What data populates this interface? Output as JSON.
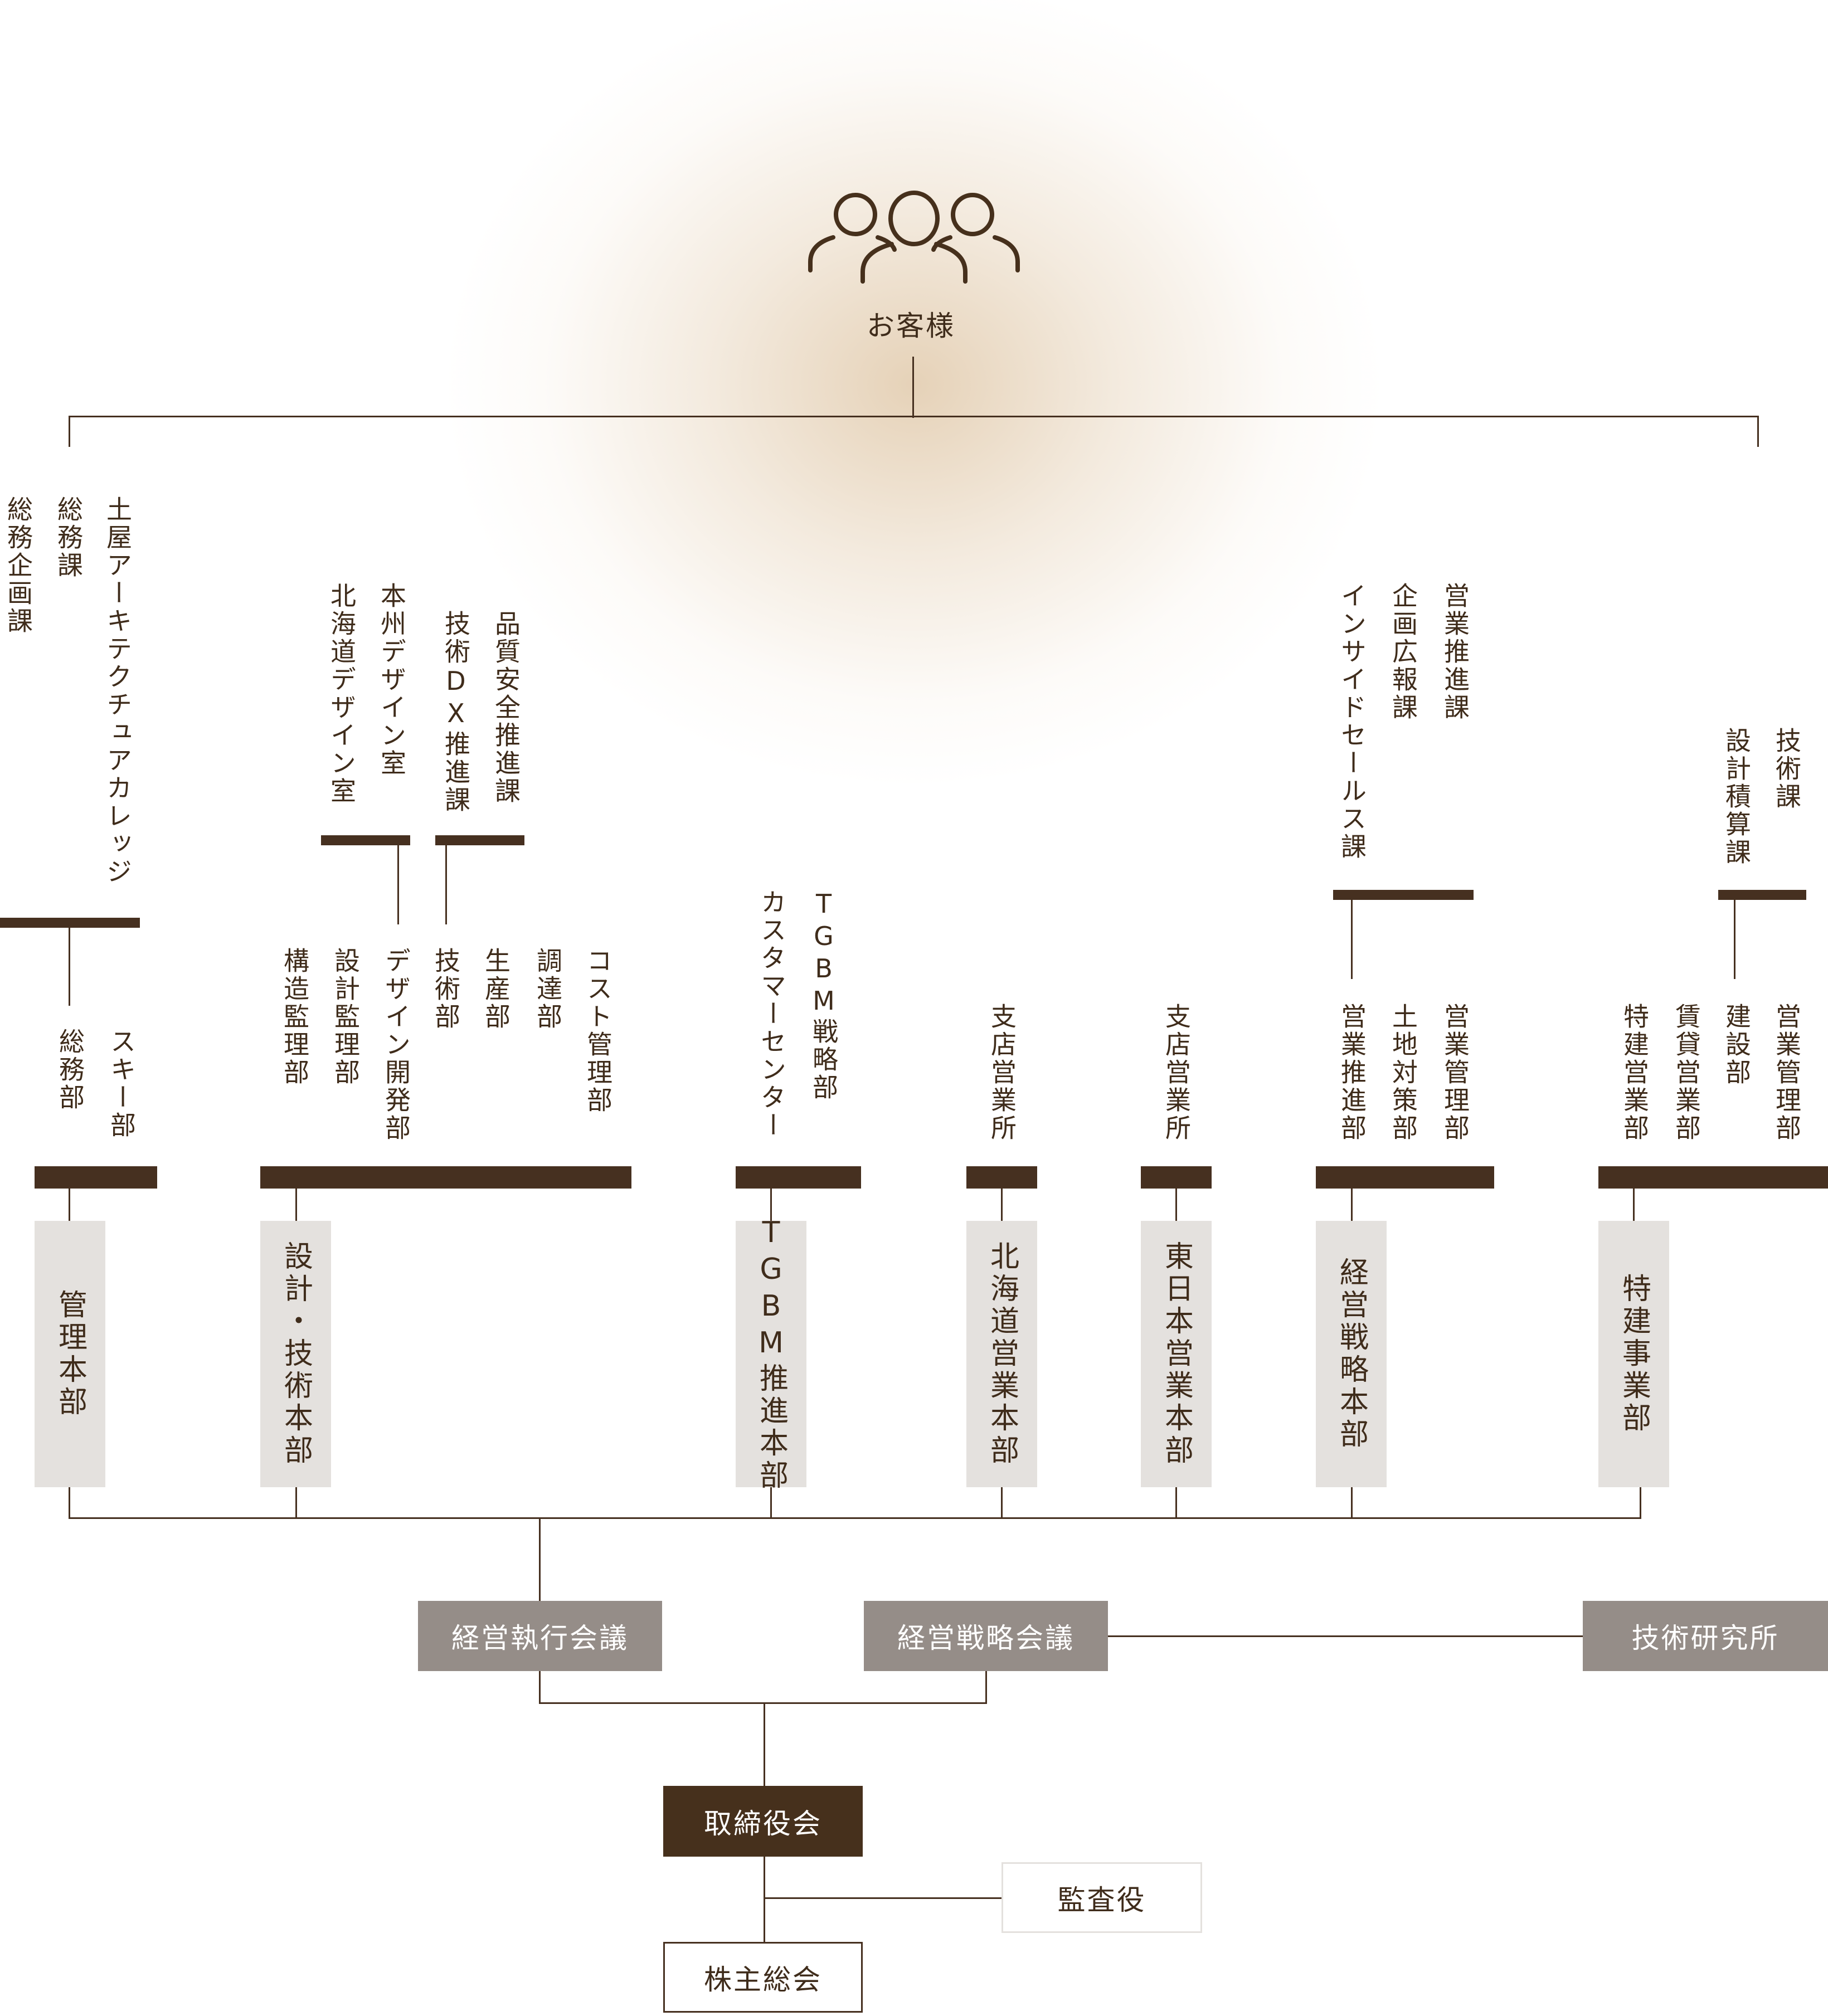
{
  "customer": {
    "label": "お客様",
    "icon": "customers-icon"
  },
  "colors": {
    "dark": "#46301c",
    "line": "#463020",
    "gray_box": "#958d88",
    "light_box": "#e4e1de",
    "glow": "#d6b68c"
  },
  "headquarters": {
    "kanri": "管理本部",
    "sekkei": "設計・技術本部",
    "tgbm": "TGBM推進本部",
    "hokkaido": "北海道営業本部",
    "higashi": "東日本営業本部",
    "keiei": "経営戦略本部",
    "tokken": "特建事業部"
  },
  "departments": {
    "kanri": [
      "スキー部",
      "総務部"
    ],
    "sekkei": [
      "コスト管理部",
      "調達部",
      "生産部",
      "技術部",
      "デザイン開発部",
      "設計監理部",
      "構造監理部"
    ],
    "tgbm": [
      "TGBM戦略部",
      "カスタマーセンター"
    ],
    "hokkaido": [
      "支店営業所"
    ],
    "higashi": [
      "支店営業所"
    ],
    "keiei": [
      "営業管理部",
      "土地対策部",
      "営業推進部"
    ],
    "tokken": [
      "営業管理部",
      "建設部",
      "賃貸営業部",
      "特建営業部"
    ]
  },
  "sections": {
    "kanri_upper": [
      "土屋アーキテクチュアカレッジ",
      "総務課",
      "総務企画課"
    ],
    "sekkei_design": [
      "本州デザイン室",
      "北海道デザイン室"
    ],
    "sekkei_tech": [
      "品質安全推進課",
      "技術DX推進課"
    ],
    "keiei_upper": [
      "営業推進課",
      "企画広報課",
      "インサイドセールス課"
    ],
    "tokken_upper": [
      "技術課",
      "設計積算課"
    ]
  },
  "governance": {
    "executive_meeting": "経営執行会議",
    "strategy_meeting": "経営戦略会議",
    "research_lab": "技術研究所",
    "board": "取締役会",
    "auditor": "監査役",
    "shareholders": "株主総会"
  }
}
